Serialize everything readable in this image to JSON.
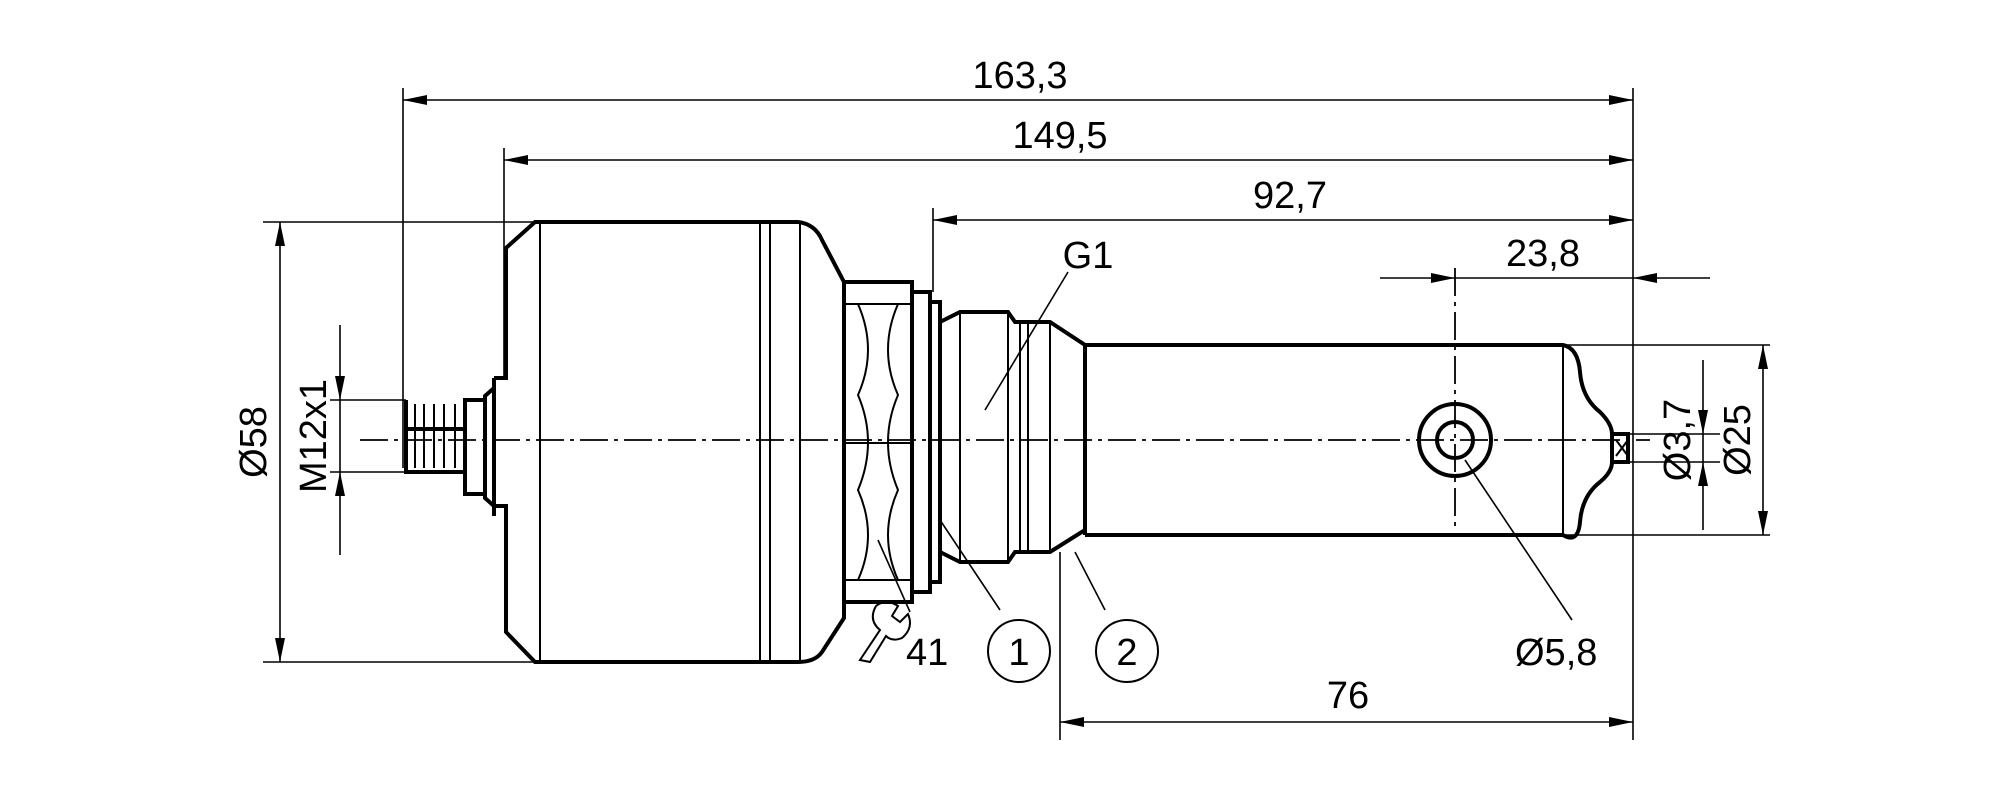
{
  "drawing": {
    "dimensions": {
      "overall_length": "163,3",
      "length_from_flange": "149,5",
      "length_from_thread": "92,7",
      "hole_to_tip": "23,8",
      "probe_length": "76",
      "housing_diameter": "Ø58",
      "connector_thread": "M12x1",
      "probe_diameter": "Ø25",
      "tip_diameter": "Ø3,7",
      "hole_diameter": "Ø5,8",
      "wrench_size": "41",
      "process_thread": "G1"
    },
    "callouts": {
      "callout_1": "1",
      "callout_2": "2"
    }
  }
}
